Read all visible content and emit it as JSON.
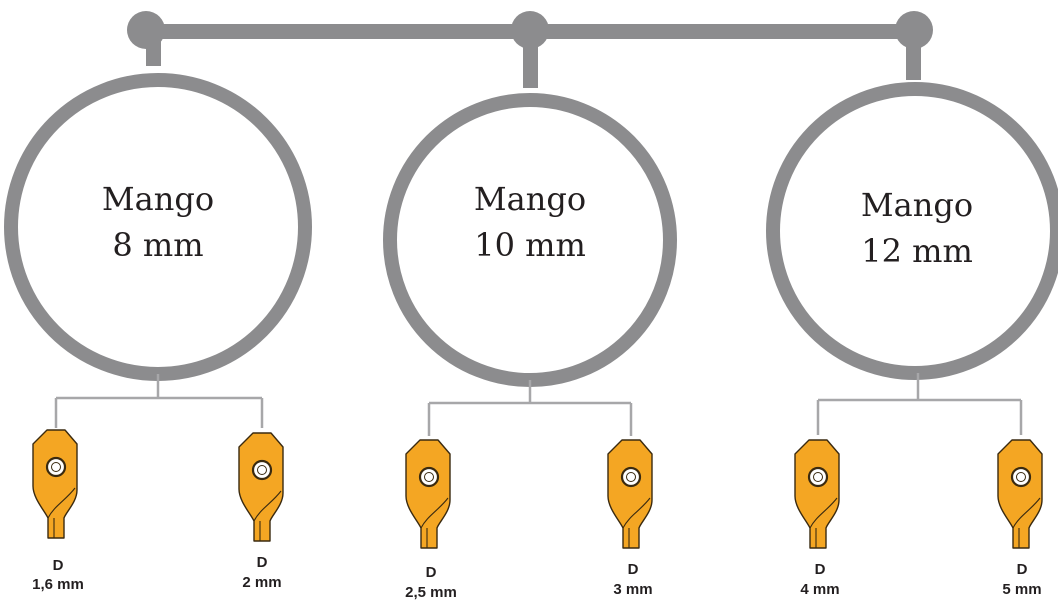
{
  "colors": {
    "frame": "#8c8c8e",
    "connector": "#a7a7a9",
    "insert_fill": "#f4a623",
    "insert_stroke": "#3a2a10",
    "text": "#231f20"
  },
  "holders": [
    {
      "line1": "Mango",
      "line2": "8 mm",
      "inserts": [
        {
          "label_top": "D",
          "label_bottom": "1,6 mm"
        },
        {
          "label_top": "D",
          "label_bottom": "2 mm"
        }
      ]
    },
    {
      "line1": "Mango",
      "line2": "10 mm",
      "inserts": [
        {
          "label_top": "D",
          "label_bottom": "2,5 mm"
        },
        {
          "label_top": "D",
          "label_bottom": "3 mm"
        }
      ]
    },
    {
      "line1": "Mango",
      "line2": "12 mm",
      "inserts": [
        {
          "label_top": "D",
          "label_bottom": "4 mm"
        },
        {
          "label_top": "D",
          "label_bottom": "5 mm"
        }
      ]
    }
  ]
}
